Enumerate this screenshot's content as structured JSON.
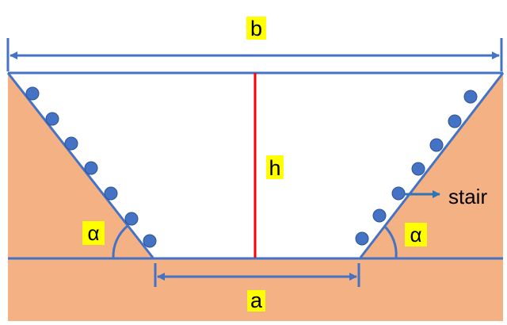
{
  "labels": {
    "top_width": "b",
    "bottom_width": "a",
    "height": "h",
    "left_angle": "α",
    "right_angle": "α",
    "stair": "stair"
  },
  "colors": {
    "earth_fill": "#F4B183",
    "line_blue": "#4472C4",
    "dot_fill": "#4472C4",
    "dot_stroke": "#2F528F",
    "height_red": "#FF0000",
    "label_bg": "#FFFF00",
    "stair_arrow": "#2E75B6"
  }
}
